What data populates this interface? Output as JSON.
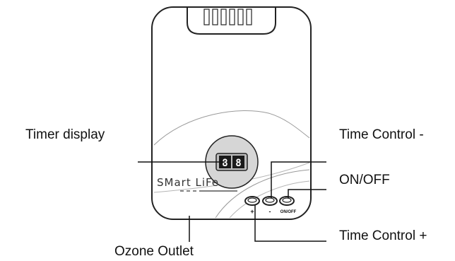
{
  "device": {
    "brand_logo": "SMart LiFe",
    "timer_digits": [
      "8",
      "8"
    ],
    "buttons": [
      {
        "key": "plus",
        "text": "+"
      },
      {
        "key": "minus",
        "text": "-"
      },
      {
        "key": "onoff",
        "text": "ON/OFF"
      }
    ]
  },
  "callouts": {
    "timer_display": "Timer display",
    "time_control_minus": "Time Control -",
    "on_off": "ON/OFF",
    "time_control_plus": "Time Control +",
    "ozone_outlet": "Ozone Outlet"
  },
  "colors": {
    "outline": "#222222",
    "display_bg": "#d6d6d6",
    "digit_bg": "#1a1a1a",
    "digit_fg": "#ffffff"
  }
}
